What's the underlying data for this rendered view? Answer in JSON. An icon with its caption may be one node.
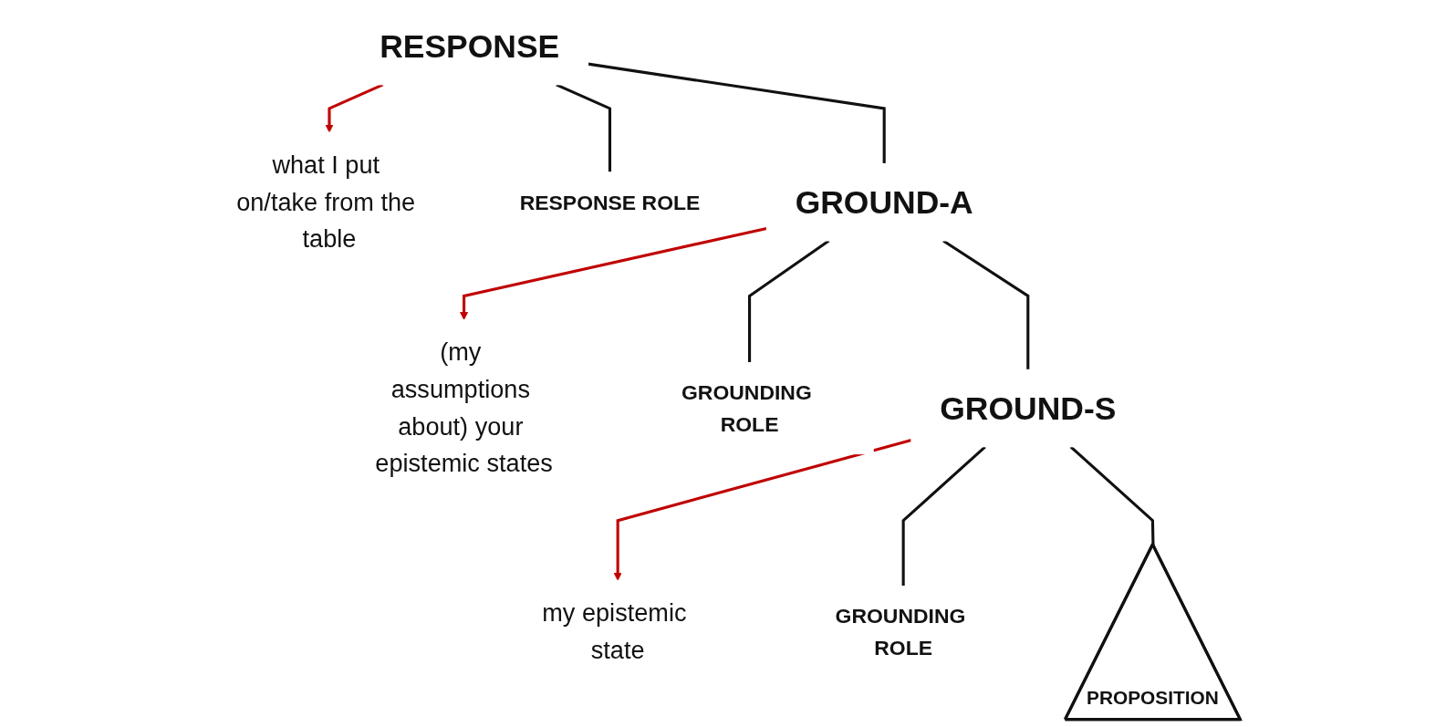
{
  "diagram": {
    "nodes": [
      {
        "text": [
          "RESPONSE"
        ]
      },
      {
        "text": [
          "what I put on/take from the table"
        ]
      },
      {
        "text": [
          "RESPONSE ROLE"
        ]
      },
      {
        "text": [
          "GROUND-A"
        ]
      },
      {
        "text": [
          "(my assumptions about) your epistemic states"
        ]
      },
      {
        "text": [
          "GROUNDING ROLE"
        ]
      },
      {
        "text": [
          "GROUND-S"
        ]
      },
      {
        "text": [
          "my epistemic state"
        ]
      },
      {
        "text": [
          "GROUNDING ROLE"
        ]
      },
      {
        "text": [
          "PROPOSITION"
        ]
      }
    ],
    "edges": [
      {
        "from": 0,
        "to": 1,
        "arrow": "to",
        "color": "#c00000"
      },
      {
        "from": 0,
        "to": 2,
        "arrow": "none"
      },
      {
        "from": 0,
        "to": 3,
        "arrow": "none"
      },
      {
        "from": 3,
        "to": 4,
        "arrow": "to",
        "color": "#c00000"
      },
      {
        "from": 3,
        "to": 5,
        "arrow": "none"
      },
      {
        "from": 3,
        "to": 6,
        "arrow": "none"
      },
      {
        "from": 6,
        "to": 7,
        "arrow": "to",
        "color": "#c00000"
      },
      {
        "from": 6,
        "to": 8,
        "arrow": "none"
      },
      {
        "from": 6,
        "to": 9,
        "arrow": "none"
      }
    ]
  }
}
